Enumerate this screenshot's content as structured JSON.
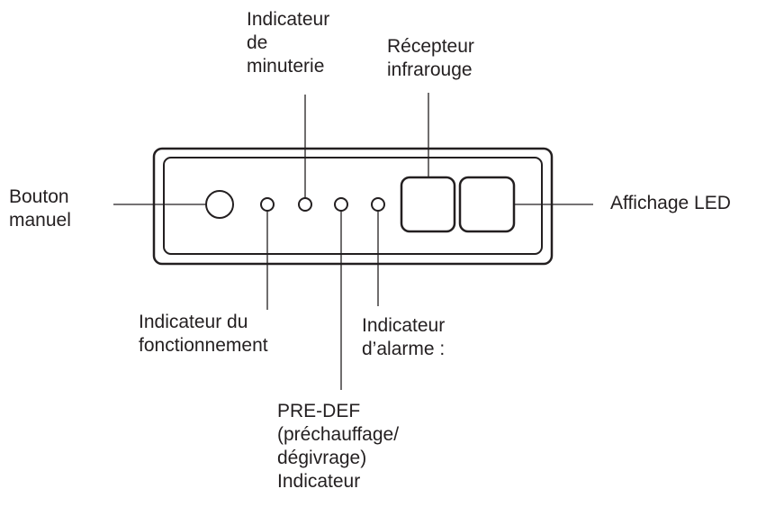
{
  "labels": {
    "timer": [
      "Indicateur",
      "de",
      "minuterie"
    ],
    "ir_receiver": [
      "Récepteur",
      "infrarouge"
    ],
    "manual_button": [
      "Bouton",
      "manuel"
    ],
    "led_display": [
      "Affichage LED"
    ],
    "operation": [
      "Indicateur du",
      "fonctionnement"
    ],
    "alarm": [
      "Indicateur",
      "d’alarme :"
    ],
    "predef": [
      "PRE-DEF",
      "(préchauffage/",
      "dégivrage)",
      "Indicateur"
    ]
  },
  "colors": {
    "stroke": "#231f20",
    "text": "#231f20",
    "background": "#ffffff"
  }
}
